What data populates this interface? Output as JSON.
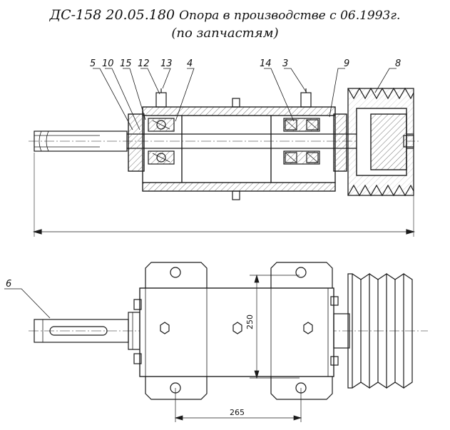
{
  "title": {
    "line1_code": "ДС-158 20.05.180",
    "line1_text": "Опора в производстве с 06.1993г.",
    "line2": "(по запчастям)"
  },
  "callouts": [
    "5",
    "10",
    "15",
    "12",
    "13",
    "4",
    "14",
    "3",
    "9",
    "8",
    "6"
  ],
  "dimensions": {
    "vertical": "250",
    "horizontal": "265"
  },
  "colors": {
    "ink": "#1a1a1a",
    "hatch": "#555555"
  }
}
